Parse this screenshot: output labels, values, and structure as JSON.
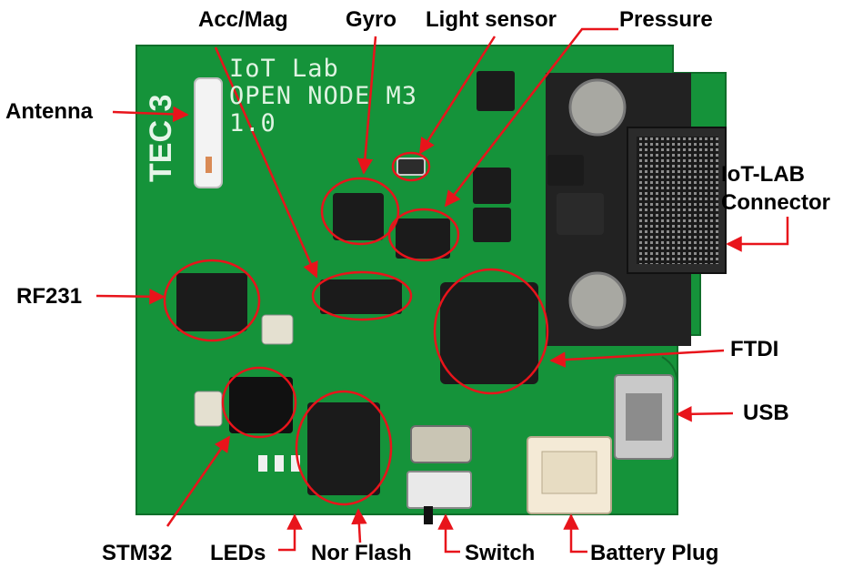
{
  "board": {
    "silkscreen_lines": [
      "IoT Lab",
      "OPEN NODE M3",
      "1.0"
    ]
  },
  "callouts": {
    "acc_mag": "Acc/Mag",
    "gyro": "Gyro",
    "light_sensor": "Light sensor",
    "pressure": "Pressure",
    "antenna": "Antenna",
    "iotlab_connector_line1": "IoT-LAB",
    "iotlab_connector_line2": "Connector",
    "rf231": "RF231",
    "ftdi": "FTDI",
    "usb": "USB",
    "stm32": "STM32",
    "leds": "LEDs",
    "nor_flash": "Nor Flash",
    "switch": "Switch",
    "battery_plug": "Battery Plug"
  },
  "colors": {
    "pcb": "#15933a",
    "annotation": "#e8141b",
    "chip": "#1b1b1b",
    "connector": "#222222",
    "plug": "#f4ead6"
  }
}
